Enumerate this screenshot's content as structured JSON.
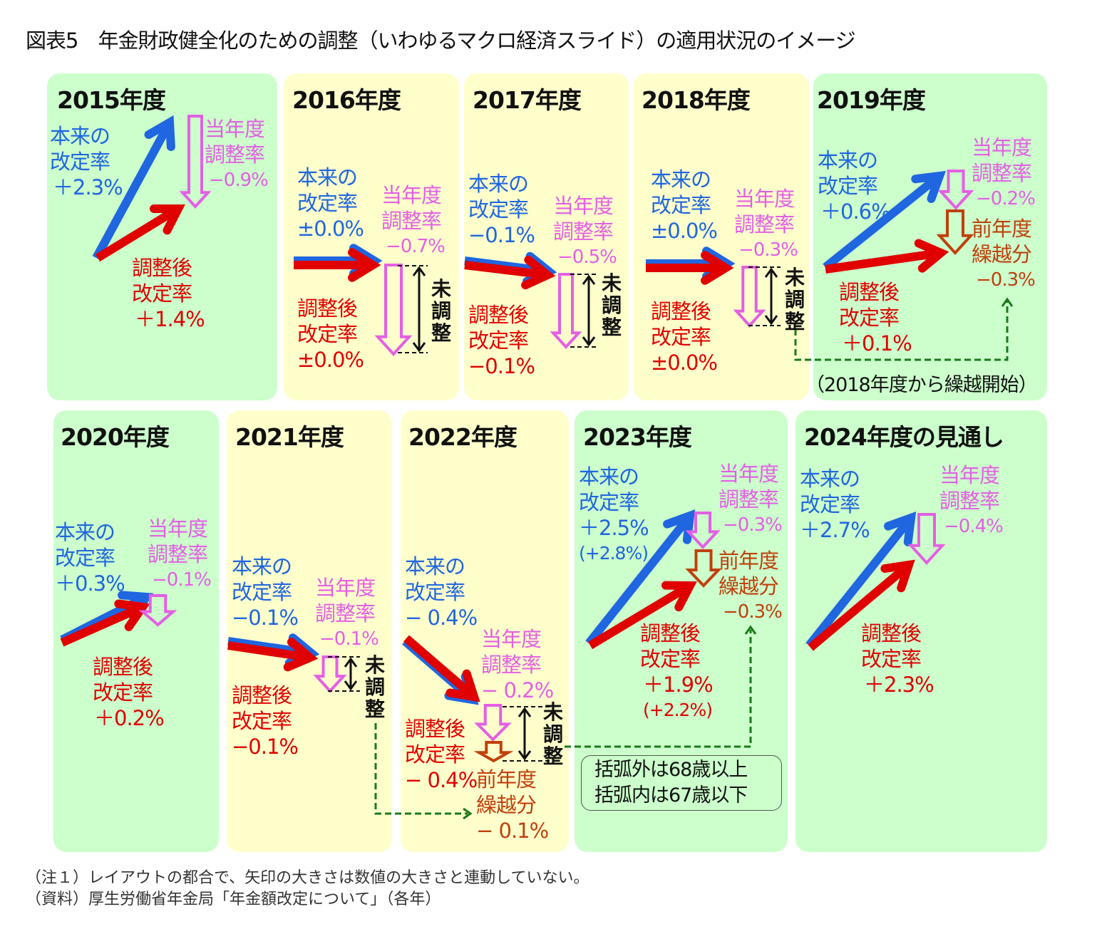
{
  "title": "図表5　年金財政健全化のための調整（いわゆるマクロ経済スライド）の適用状況のイメージ",
  "labels": {
    "original": "本来の\n改定率",
    "adjust": "当年度\n調整率",
    "after": "調整後\n改定率",
    "carry": "前年度\n繰越分",
    "unadjusted": "未\n調\n整"
  },
  "panels": [
    {
      "title": "2015年度",
      "original": "＋2.3%",
      "adjust": "−0.9%",
      "after": "＋1.4%"
    },
    {
      "title": "2016年度",
      "original": "±0.0%",
      "adjust": "−0.7%",
      "after": "±0.0%"
    },
    {
      "title": "2017年度",
      "original": "−0.1%",
      "adjust": "−0.5%",
      "after": "−0.1%"
    },
    {
      "title": "2018年度",
      "original": "±0.0%",
      "adjust": "−0.3%",
      "after": "±0.0%"
    },
    {
      "title": "2019年度",
      "original": "＋0.6%",
      "adjust": "−0.2%",
      "carry": "−0.3%",
      "after": "＋0.1%"
    },
    {
      "title": "2020年度",
      "original": "＋0.3%",
      "adjust": "−0.1%",
      "after": "＋0.2%"
    },
    {
      "title": "2021年度",
      "original": "−0.1%",
      "adjust": "−0.1%",
      "after": "−0.1%"
    },
    {
      "title": "2022年度",
      "original": "− 0.4%",
      "adjust": "− 0.2%",
      "after": "− 0.4%",
      "carry": "− 0.1%"
    },
    {
      "title": "2023年度",
      "original": "＋2.5%",
      "original_sub": "(+2.8%)",
      "adjust": "−0.3%",
      "carry": "−0.3%",
      "after": "＋1.9%",
      "after_sub": "(+2.2%)"
    },
    {
      "title": "2024年度の見通し",
      "original": "＋2.7%",
      "adjust": "−0.4%",
      "after": "＋2.3%"
    }
  ],
  "carry_start_note": "（2018年度から繰越開始）",
  "age_note": [
    "括弧外は68歳以上",
    "括弧内は67歳以下"
  ],
  "notes": [
    "（注１）レイアウトの都合で、矢印の大きさは数値の大きさと連動していない。",
    "（資料）厚生労働省年金局「年金額改定について」（各年）"
  ],
  "colors": {
    "original": "#1f66e0",
    "adjust": "#e45fe4",
    "after": "#e00000",
    "carry": "#c0400c",
    "green_panel": "#ccffcc",
    "yellow_panel": "#ffffcc",
    "carry_link": "#1a7a1a"
  }
}
